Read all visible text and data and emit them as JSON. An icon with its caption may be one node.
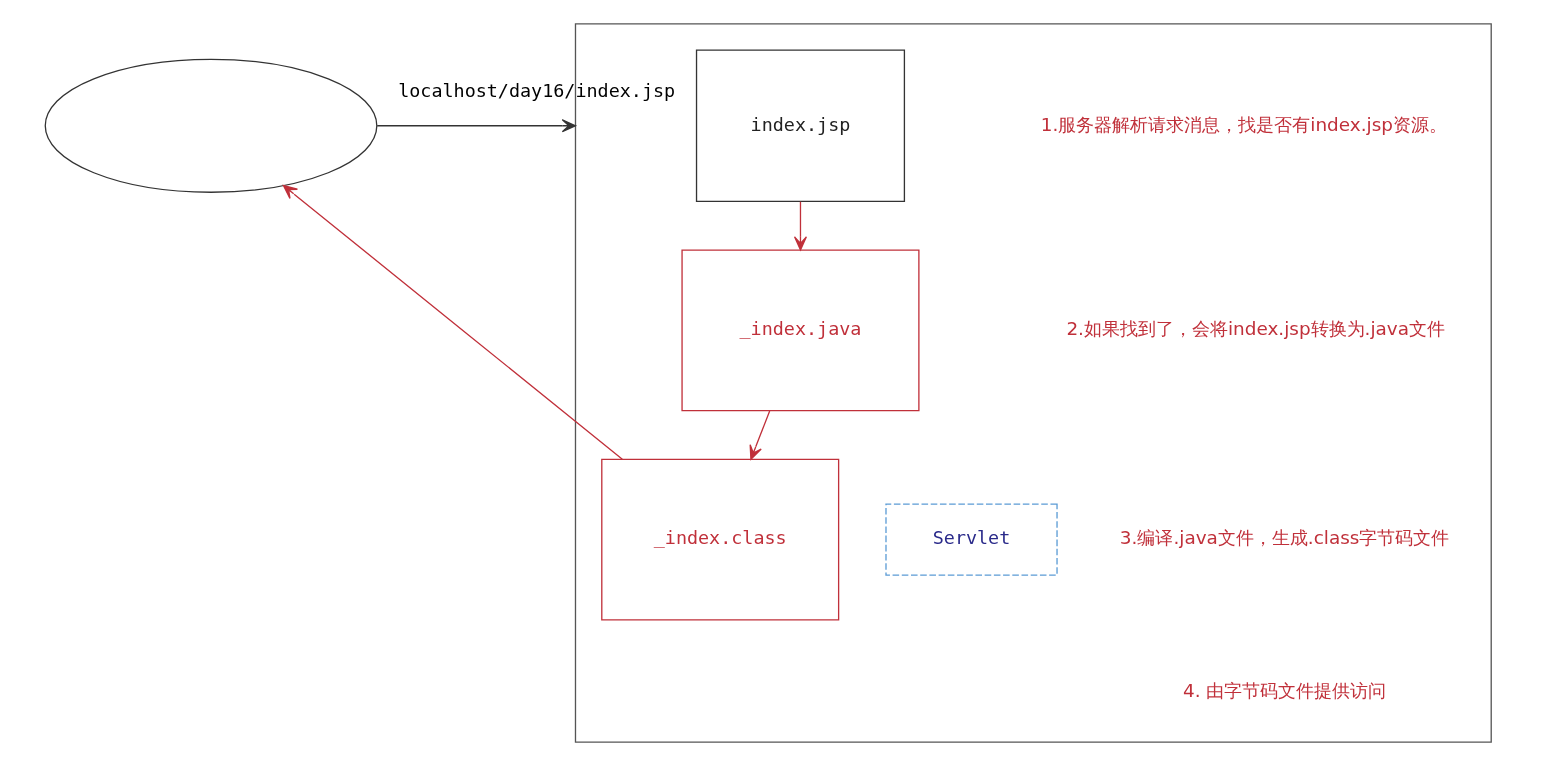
{
  "diagram": {
    "nodes": [
      {
        "text": [],
        "shape": "ellipse"
      },
      {
        "text": [],
        "shape": "box"
      },
      {
        "text": [
          "index.jsp"
        ],
        "in": 1
      },
      {
        "text": [
          "_index.java"
        ],
        "in": 1
      },
      {
        "text": [
          "_index.class"
        ],
        "in": 1
      },
      {
        "text": [
          "Servlet"
        ],
        "in": 1
      }
    ],
    "edges": [
      {
        "from": 0,
        "to": 1,
        "arrow": "to",
        "label": "localhost/day16/index.jsp",
        "color": "#333333"
      },
      {
        "from": 2,
        "to": 3,
        "arrow": "to",
        "color": "#c0303a"
      },
      {
        "from": 3,
        "to": 4,
        "arrow": "to",
        "color": "#c0303a"
      },
      {
        "from": 4,
        "to": 0,
        "arrow": "to",
        "color": "#c0303a"
      }
    ],
    "labels": [
      "1.服务器解析请求消息，找是否有index.jsp资源。",
      "2.如果找到了，会将index.jsp转换为.java文件",
      "3.编译.java文件，生成.class字节码文件",
      "4. 由字节码文件提供访问"
    ]
  }
}
